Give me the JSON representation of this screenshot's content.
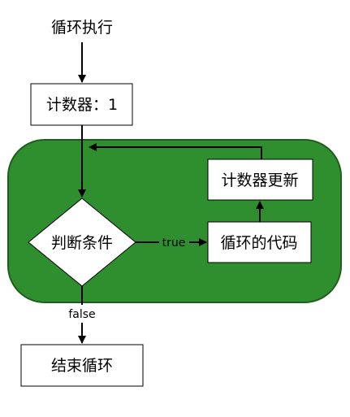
{
  "diagram": {
    "start_label": "循环执行",
    "counter_init": "计数器：1",
    "condition": "判断条件",
    "loop_body": "循环的代码",
    "counter_update": "计数器更新",
    "end_label": "结束循环",
    "true_label": "true",
    "false_label": "false"
  },
  "colors": {
    "loop_region_fill": "#2f8f2f",
    "loop_region_stroke": "#1d5e1d",
    "node_fill": "#ffffff",
    "line": "#000000"
  }
}
